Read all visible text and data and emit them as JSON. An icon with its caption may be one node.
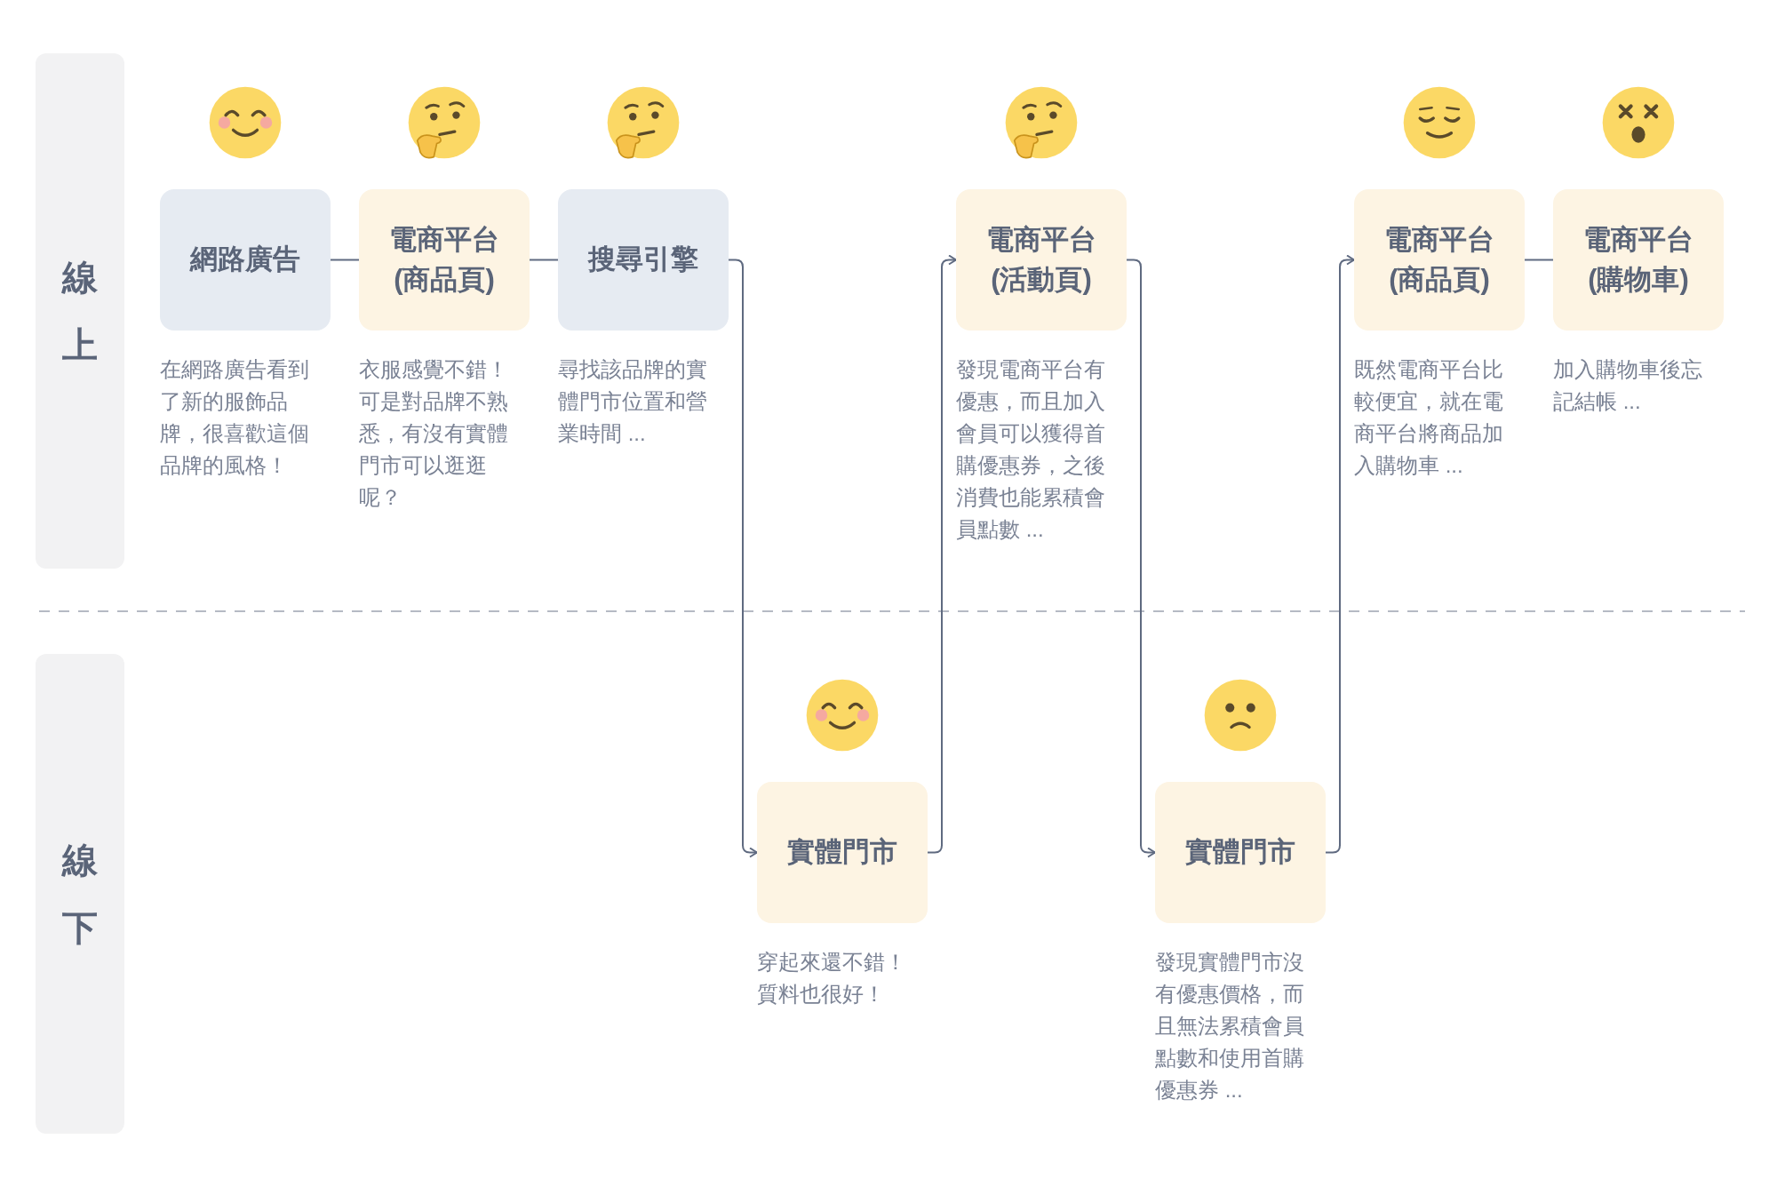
{
  "diagram": {
    "nodes": [
      {
        "text": [
          "線上"
        ]
      },
      {
        "text": [
          "線下"
        ]
      },
      {
        "text": [
          "網路廣告"
        ],
        "beside": [
          "在網路廣告看到了新的服飾品牌，很喜歡這個品牌的風格！"
        ]
      },
      {
        "text": [
          "電商平台(商品頁)"
        ],
        "beside": [
          "衣服感覺不錯！可是對品牌不熟悉，有沒有實體門市可以逛逛呢？"
        ]
      },
      {
        "text": [
          "搜尋引擎"
        ],
        "beside": [
          "尋找該品牌的實體門市位置和營業時間 ..."
        ]
      },
      {
        "text": [
          "電商平台(活動頁)"
        ],
        "beside": [
          "發現電商平台有優惠，而且加入會員可以獲得首購優惠券，之後消費也能累積會員點數 ..."
        ]
      },
      {
        "text": [
          "電商平台(商品頁)"
        ],
        "beside": [
          "既然電商平台比較便宜，就在電商平台將商品加入購物車 ..."
        ]
      },
      {
        "text": [
          "電商平台(購物車)"
        ],
        "beside": [
          "加入購物車後忘記結帳 ..."
        ]
      },
      {
        "text": [
          "實體門市"
        ],
        "beside": [
          "穿起來還不錯！質料也很好！"
        ]
      },
      {
        "text": [
          "實體門市"
        ],
        "beside": [
          "發現實體門市沒有優惠價格，而且無法累積會員點數和使用首購優惠券 ..."
        ]
      }
    ],
    "edges": [
      {
        "from": 2,
        "to": 3,
        "arrow": "none"
      },
      {
        "from": 3,
        "to": 4,
        "arrow": "none"
      },
      {
        "from": 4,
        "to": 8,
        "arrow": "to"
      },
      {
        "from": 8,
        "to": 5,
        "arrow": "to"
      },
      {
        "from": 5,
        "to": 9,
        "arrow": "to"
      },
      {
        "from": 9,
        "to": 6,
        "arrow": "to"
      },
      {
        "from": 6,
        "to": 7,
        "arrow": "none"
      }
    ]
  }
}
